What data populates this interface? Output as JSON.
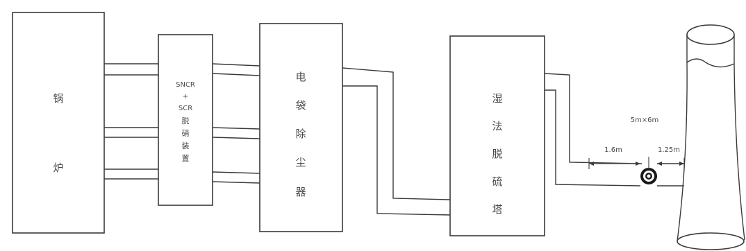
{
  "boiler": {
    "chars": [
      "锅",
      "炉"
    ]
  },
  "denitration": {
    "lines": [
      "SNCR",
      "+",
      "SCR",
      "脱",
      "硝",
      "装",
      "置"
    ]
  },
  "esp": {
    "chars": [
      "电",
      "袋",
      "除",
      "尘",
      "器"
    ]
  },
  "scrubber": {
    "chars": [
      "湿",
      "法",
      "脱",
      "硫",
      "塔"
    ]
  },
  "duct_size": "5m×6m",
  "dim_left": "1.6m",
  "dim_right": "1.25m"
}
